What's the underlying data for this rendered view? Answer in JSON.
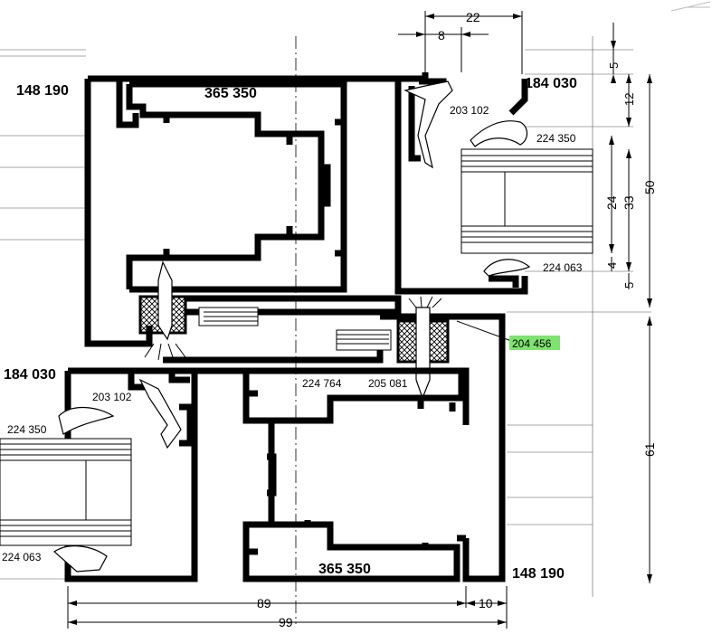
{
  "labels": {
    "profile_148190_top": "148 190",
    "profile_365350_top": "365 350",
    "profile_184030_top": "184 030",
    "gasket_203102_top": "203 102",
    "gasket_224350_top": "224 350",
    "gasket_224063_top": "224 063",
    "profile_184030_bottom": "184 030",
    "gasket_203102_bottom": "203 102",
    "gasket_224350_bottom": "224 350",
    "gasket_224063_bottom": "224 063",
    "part_224764": "224 764",
    "part_205081": "205 081",
    "part_204456": "204 456",
    "profile_365350_bottom": "365 350",
    "profile_148190_bottom": "148 190"
  },
  "dimensions": {
    "d22": "22",
    "d8": "8",
    "d5_top": "5",
    "d12": "12",
    "d50": "50",
    "d24": "24",
    "d33": "33",
    "d4": "4",
    "d5_mid": "5",
    "d61": "61",
    "d89": "89",
    "d10": "10",
    "d99": "99"
  },
  "colors": {
    "line": "#000000",
    "highlight": "#7ee36f"
  }
}
